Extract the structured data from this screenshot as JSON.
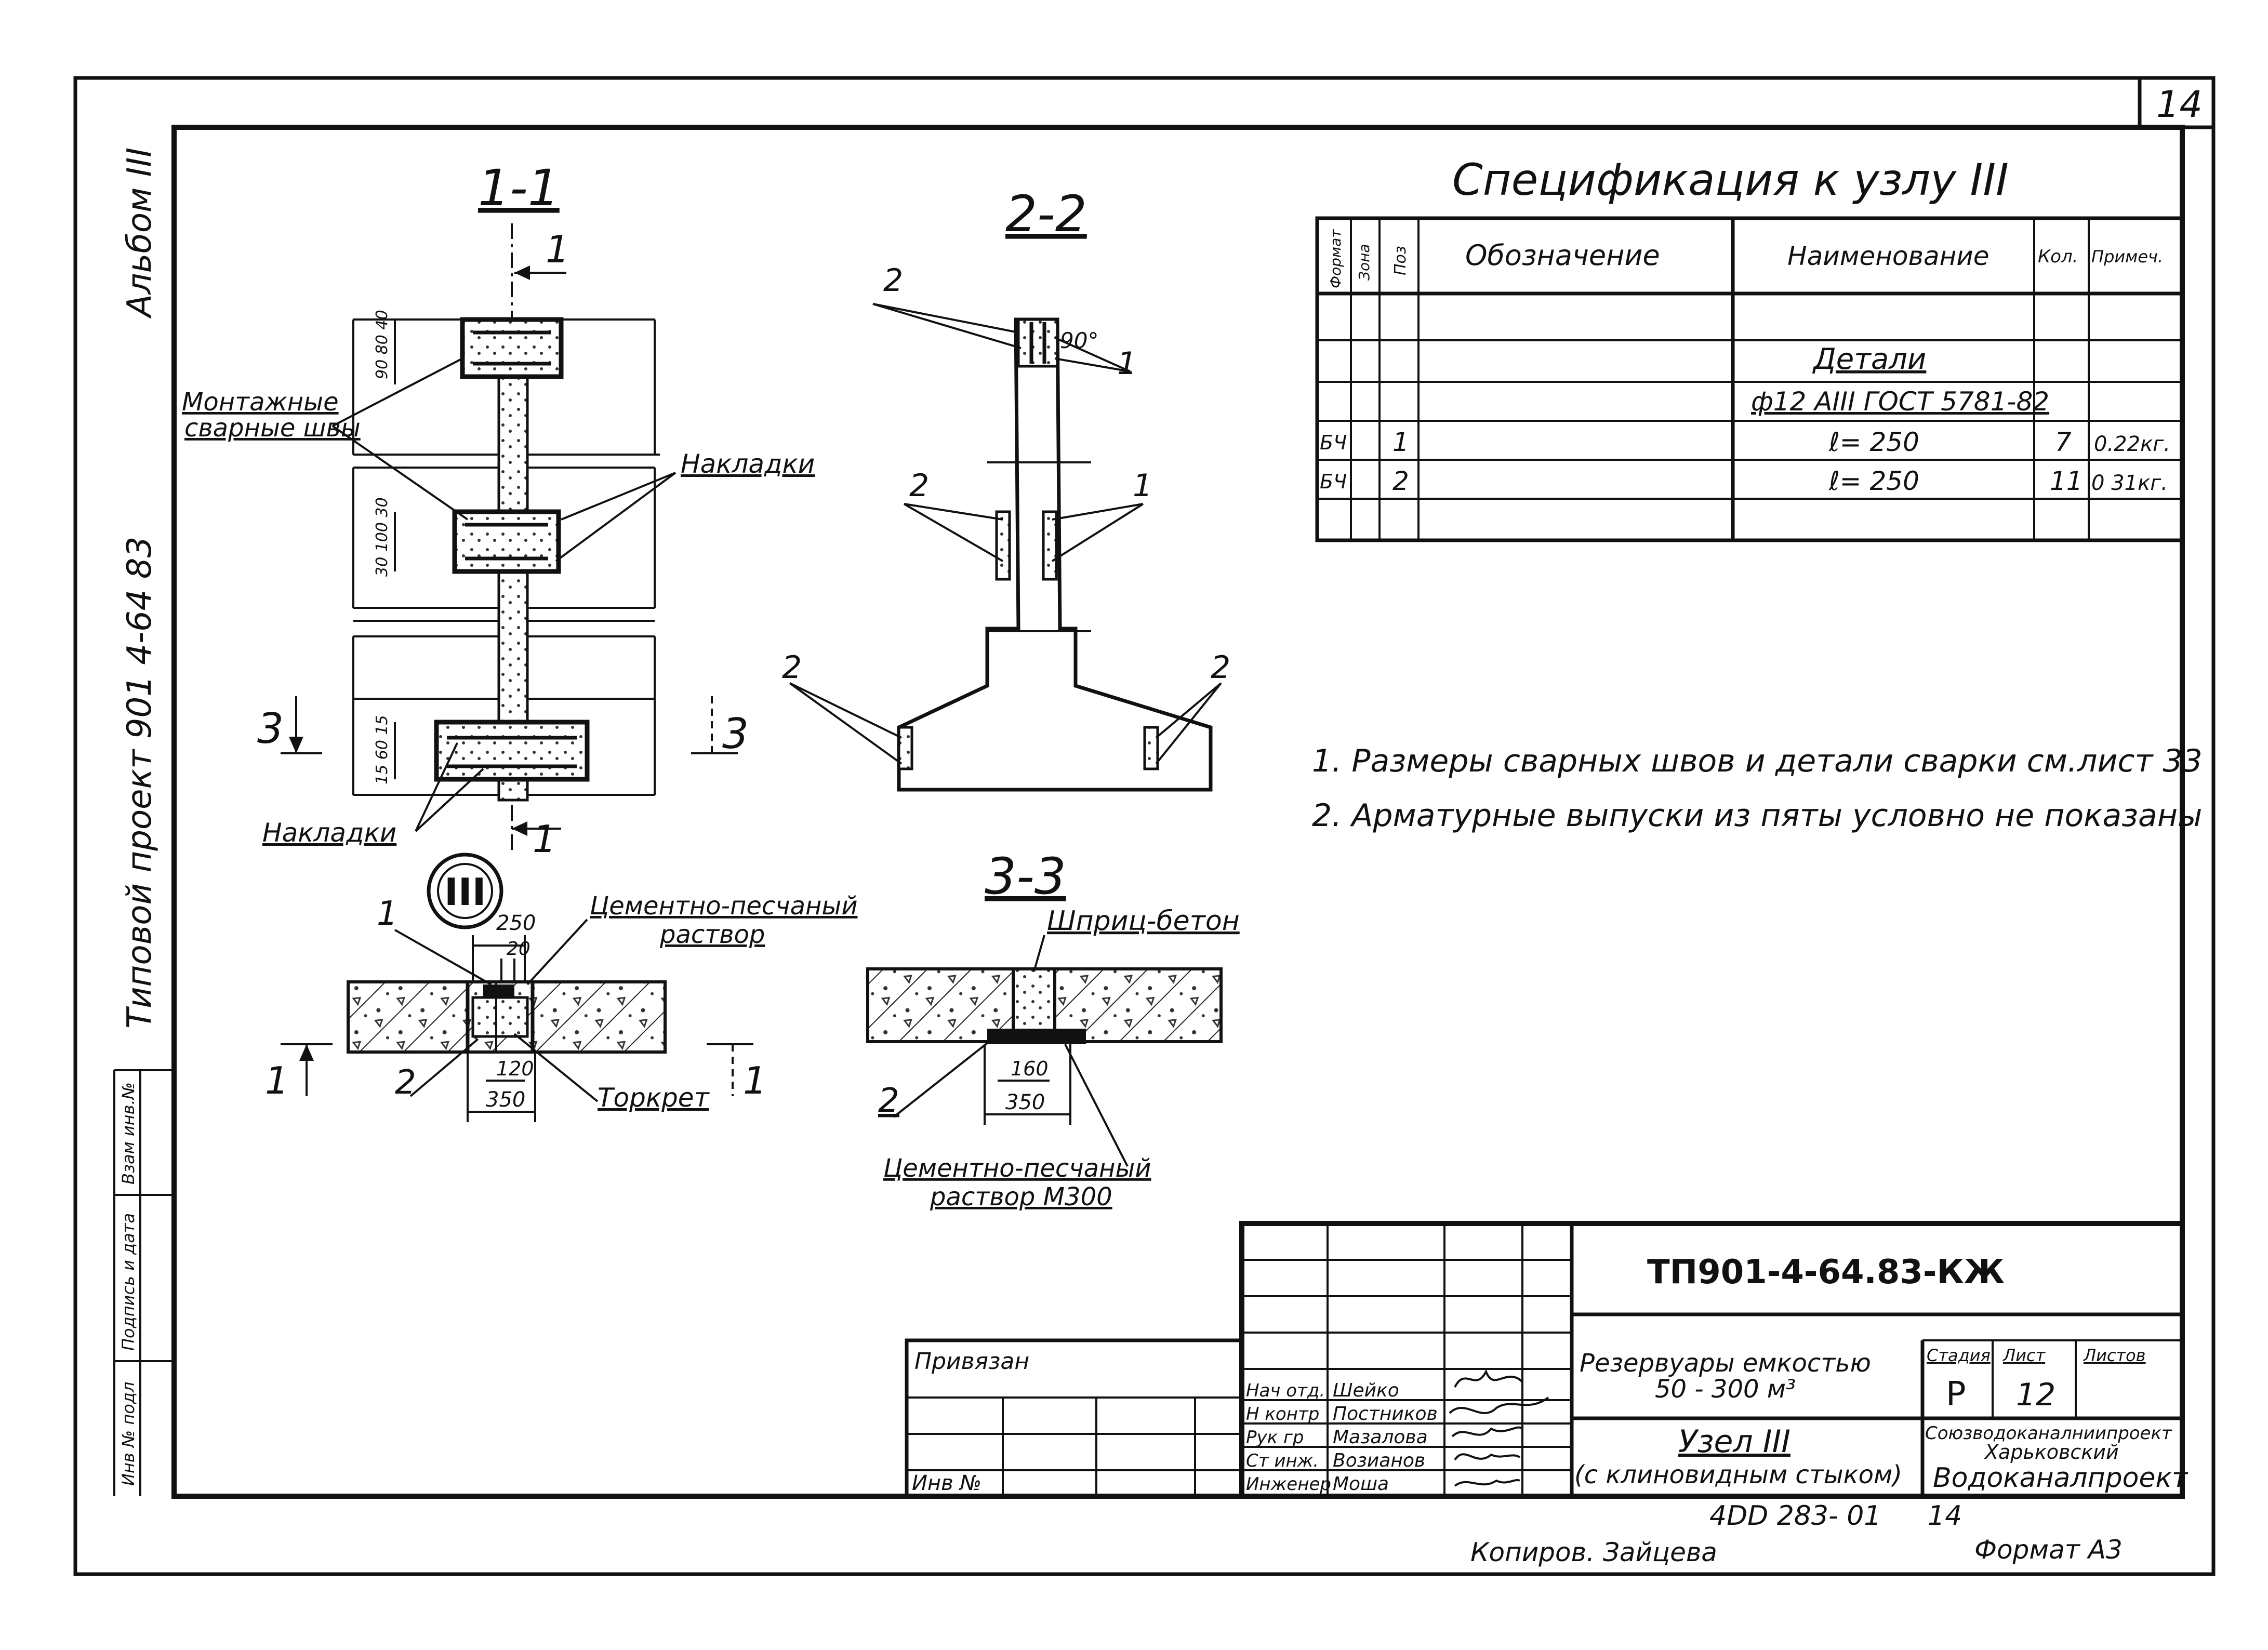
{
  "sheet": {
    "number": "14",
    "side_album": "Альбом III",
    "side_project": "Типовой проект 901 4-64 83",
    "side_boxes": [
      "Инв № подл",
      "Подпись и дата",
      "Взам инв.№"
    ]
  },
  "sections": {
    "s11": "1-1",
    "s22": "2-2",
    "s33": "3-3",
    "node": "III",
    "marks": {
      "one": "1",
      "two": "2",
      "three": "3"
    }
  },
  "labels": {
    "welds": [
      "Монтажные",
      "сварные швы"
    ],
    "overlays": "Накладки",
    "mortar": [
      "Цементно-песчаный",
      "раствор"
    ],
    "shotcrete_gun": "Торкрет",
    "spray_concrete": "Шприц-бетон",
    "mortar_m300": [
      "Цементно-песчаный",
      "раствор М300"
    ],
    "angle": "90°"
  },
  "dims": {
    "top1": "90 80 40",
    "mid1": "30 100 30",
    "bot1": "15 60 15",
    "d250": "250",
    "d20": "20",
    "d120": "120",
    "d350a": "350",
    "d160": "160",
    "d350b": "350"
  },
  "spec": {
    "title": "Спецификация к узлу III",
    "headers": {
      "format": "Формат",
      "zone": "Зона",
      "pos": "Поз",
      "designation": "Обозначение",
      "name": "Наименование",
      "qty": "Кол.",
      "note": "Примеч."
    },
    "rows": [
      {
        "format": "",
        "pos": "",
        "name": "Детали",
        "qty": "",
        "note": ""
      },
      {
        "format": "",
        "pos": "",
        "name": "ф12 АIII ГОСТ 5781-82",
        "qty": "",
        "note": ""
      },
      {
        "format": "БЧ",
        "pos": "1",
        "name": "ℓ= 250",
        "qty": "7",
        "note": "0.22кг."
      },
      {
        "format": "БЧ",
        "pos": "2",
        "name": "ℓ= 250",
        "qty": "11",
        "note": "0 31кг."
      }
    ]
  },
  "notes": [
    "1. Размеры сварных швов и детали сварки см.лист 33",
    "2. Арматурные выпуски из пяты условно не показаны"
  ],
  "title_block": {
    "code": "ТП901-4-64.83-КЖ",
    "privyazan": "Привязан",
    "inv_no": "Инв №",
    "staff": [
      {
        "role": "Нач отд.",
        "name": "Шейко"
      },
      {
        "role": "Н контр",
        "name": "Постников"
      },
      {
        "role": "Рук гр",
        "name": "Мазалова"
      },
      {
        "role": "Ст инж.",
        "name": "Возианов"
      },
      {
        "role": "Инженер",
        "name": "Моша"
      }
    ],
    "title1": [
      "Резервуары емкостью",
      "50 - 300 м³"
    ],
    "title2": [
      "Узел III",
      "(с клиновидным стыком)"
    ],
    "stage_label": "Стадия",
    "sheet_label": "Лист",
    "sheets_label": "Листов",
    "stage": "Р",
    "sheet": "12",
    "org": [
      "Союзводоканалниипроект",
      "Харьковский",
      "Водоканалпроект"
    ]
  },
  "footer": {
    "doc": "4DD 283- 01",
    "page": "14",
    "copied": "Копиров. Зайцева",
    "format": "Формат А3"
  }
}
